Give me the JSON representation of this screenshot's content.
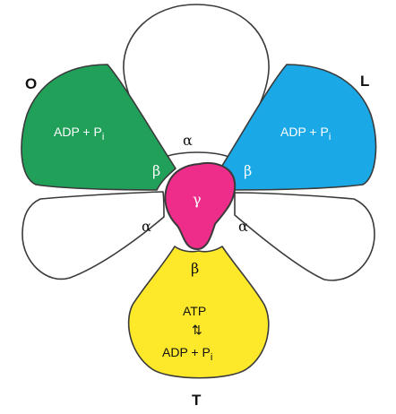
{
  "site_labels": {
    "open": "O",
    "loose": "L",
    "tight": "T"
  },
  "subunits": {
    "alpha": "α",
    "beta": "β",
    "gamma": "γ"
  },
  "binding": {
    "adp": "ADP + P",
    "pi_subscript": "i",
    "atp": "ATP",
    "equilibrium": "⇅"
  },
  "colors": {
    "open_beta": "#21a05a",
    "loose_beta": "#1ba8e6",
    "tight_beta": "#fde92a",
    "gamma": "#ee2d8a",
    "alpha": "#ffffff",
    "outline": "#3a3a3a"
  }
}
